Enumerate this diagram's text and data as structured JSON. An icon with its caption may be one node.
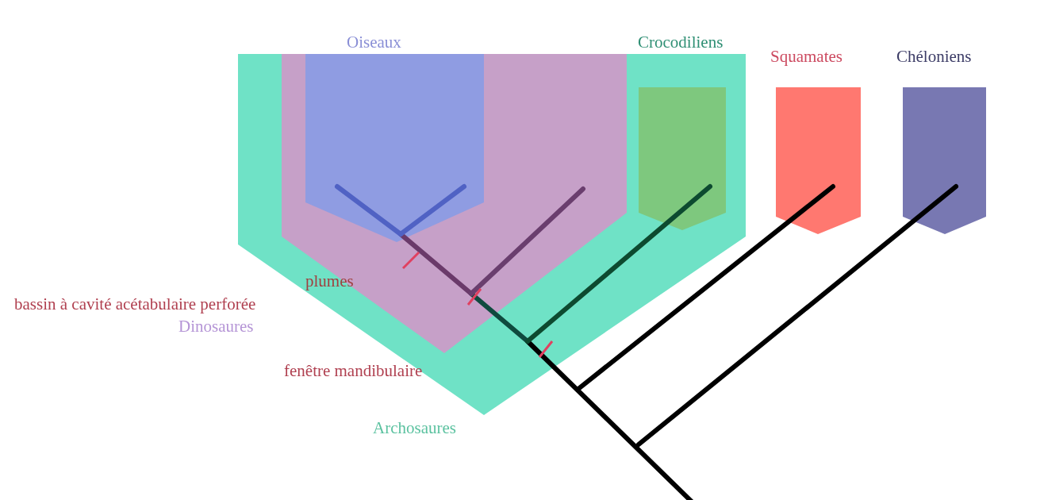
{
  "diagram": {
    "nodes": [
      {
        "text": [
          "Archosaures"
        ]
      },
      {
        "text": [
          "Dinosaures"
        ],
        "in": 0
      },
      {
        "text": [
          "Oiseaux"
        ],
        "in": 1
      },
      {
        "text": [
          "Crocodiliens"
        ],
        "in": 0
      },
      {
        "text": [
          "Squamates"
        ]
      },
      {
        "text": [
          "Chéloniens"
        ]
      }
    ],
    "labels": [
      "plumes",
      "bassin à cavité acétabulaire perforée",
      "fenêtre mandibulaire"
    ]
  }
}
